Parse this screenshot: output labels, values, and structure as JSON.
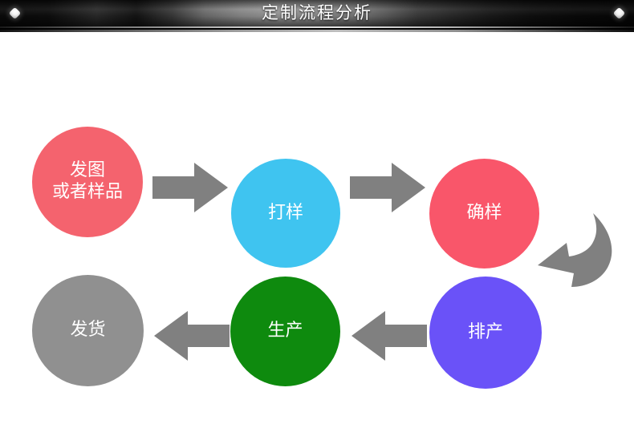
{
  "header": {
    "title": "定制流程分析",
    "background_color": "#050505",
    "title_color": "#ffffff",
    "left_rivet_icon": "diamond-rivet-icon",
    "right_rivet_icon": "diamond-rivet-icon"
  },
  "diagram": {
    "type": "flowchart",
    "background_color": "#ffffff",
    "arrow_color": "#808080",
    "nodes": [
      {
        "id": "node-0",
        "label": "发图\n或者样品",
        "color": "#F4636E",
        "text_color": "#ffffff",
        "shape": "circle",
        "row": 1,
        "order": 1
      },
      {
        "id": "node-1",
        "label": "打样",
        "color": "#3FC4F0",
        "text_color": "#ffffff",
        "shape": "circle",
        "row": 1,
        "order": 2
      },
      {
        "id": "node-2",
        "label": "确样",
        "color": "#F9566A",
        "text_color": "#ffffff",
        "shape": "circle",
        "row": 1,
        "order": 3
      },
      {
        "id": "node-3",
        "label": "发货",
        "color": "#909090",
        "text_color": "#ffffff",
        "shape": "circle",
        "row": 2,
        "order": 6
      },
      {
        "id": "node-4",
        "label": "生产",
        "color": "#0E8A0E",
        "text_color": "#ffffff",
        "shape": "circle",
        "row": 2,
        "order": 5
      },
      {
        "id": "node-5",
        "label": "排产",
        "color": "#6A52F8",
        "text_color": "#ffffff",
        "shape": "circle",
        "row": 2,
        "order": 4
      }
    ],
    "arrows": [
      {
        "id": "arrow-0",
        "icon": "arrow-right-icon",
        "direction": "right",
        "from": "node-0",
        "to": "node-1",
        "color": "#808080"
      },
      {
        "id": "arrow-1",
        "icon": "arrow-right-icon",
        "direction": "right",
        "from": "node-1",
        "to": "node-2",
        "color": "#808080"
      },
      {
        "id": "arrow-2",
        "icon": "arrow-curved-down-left-icon",
        "direction": "curve-down-left",
        "from": "node-2",
        "to": "node-5",
        "color": "#808080"
      },
      {
        "id": "arrow-3",
        "icon": "arrow-left-icon",
        "direction": "left",
        "from": "node-5",
        "to": "node-4",
        "color": "#808080"
      },
      {
        "id": "arrow-4",
        "icon": "arrow-left-icon",
        "direction": "left",
        "from": "node-4",
        "to": "node-3",
        "color": "#808080"
      }
    ]
  }
}
